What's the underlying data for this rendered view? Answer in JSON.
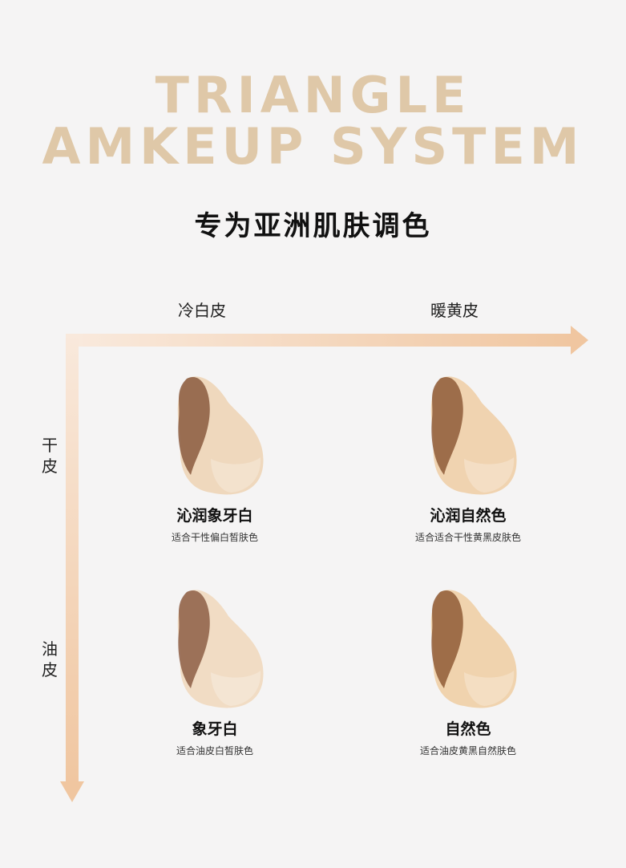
{
  "header": {
    "title_line1": "TRIANGLE",
    "title_line2": "AMKEUP SYSTEM",
    "subtitle": "专为亚洲肌肤调色"
  },
  "axes": {
    "x_left_label": "冷白皮",
    "x_right_label": "暖黄皮",
    "y_top_label": "干\n皮",
    "y_bottom_label": "油\n皮"
  },
  "products": [
    {
      "name": "沁润象牙白",
      "desc": "适合干性偏白皙肤色",
      "swatch_color": "#efd8bd",
      "shade_color": "#8a5a3e"
    },
    {
      "name": "沁润自然色",
      "desc": "适合适合干性黄黑皮肤色",
      "swatch_color": "#f0d3b0",
      "shade_color": "#8e5a38"
    },
    {
      "name": "象牙白",
      "desc": "适合油皮白皙肤色",
      "swatch_color": "#f1dcc4",
      "shade_color": "#8d5e45"
    },
    {
      "name": "自然色",
      "desc": "适合油皮黄黑自然肤色",
      "swatch_color": "#f0d3ae",
      "shade_color": "#8f5a36"
    }
  ],
  "colors": {
    "title": "#dfc8a8",
    "axis_arrow": "#f0c8a4"
  }
}
